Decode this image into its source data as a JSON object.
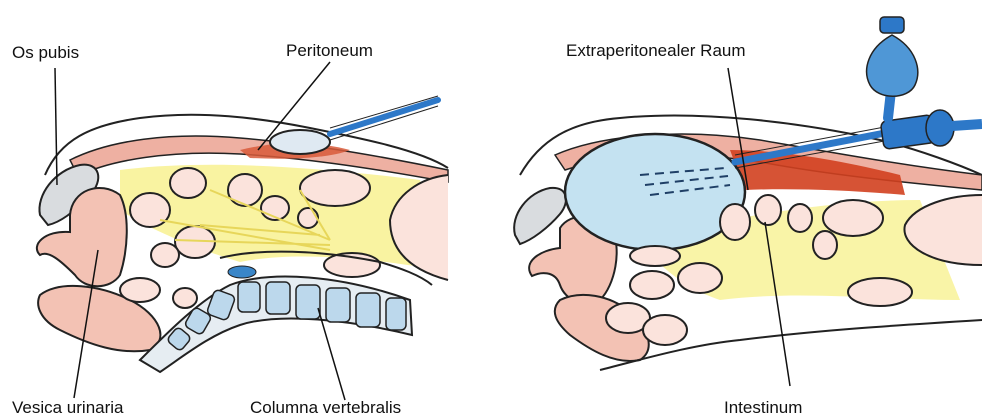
{
  "labels": {
    "os_pubis": "Os pubis",
    "peritoneum": "Peritoneum",
    "vesica_urinaria": "Vesica urinaria",
    "columna_vertebralis": "Columna vertebralis",
    "extraperitonealer_raum": "Extraperitonealer Raum",
    "intestinum": "Intestinum"
  },
  "colors": {
    "outline": "#222222",
    "bone": "#cfd4d8",
    "bladder": "#f2b3a3",
    "bowel": "#fbe3dc",
    "fat": "#f6ef6a",
    "muscle": "#e69a8a",
    "peritoneum_red": "#d2401f",
    "balloon": "#bfe0ef",
    "instrument": "#2d78c8",
    "vertebra": "#bcd8ec"
  }
}
